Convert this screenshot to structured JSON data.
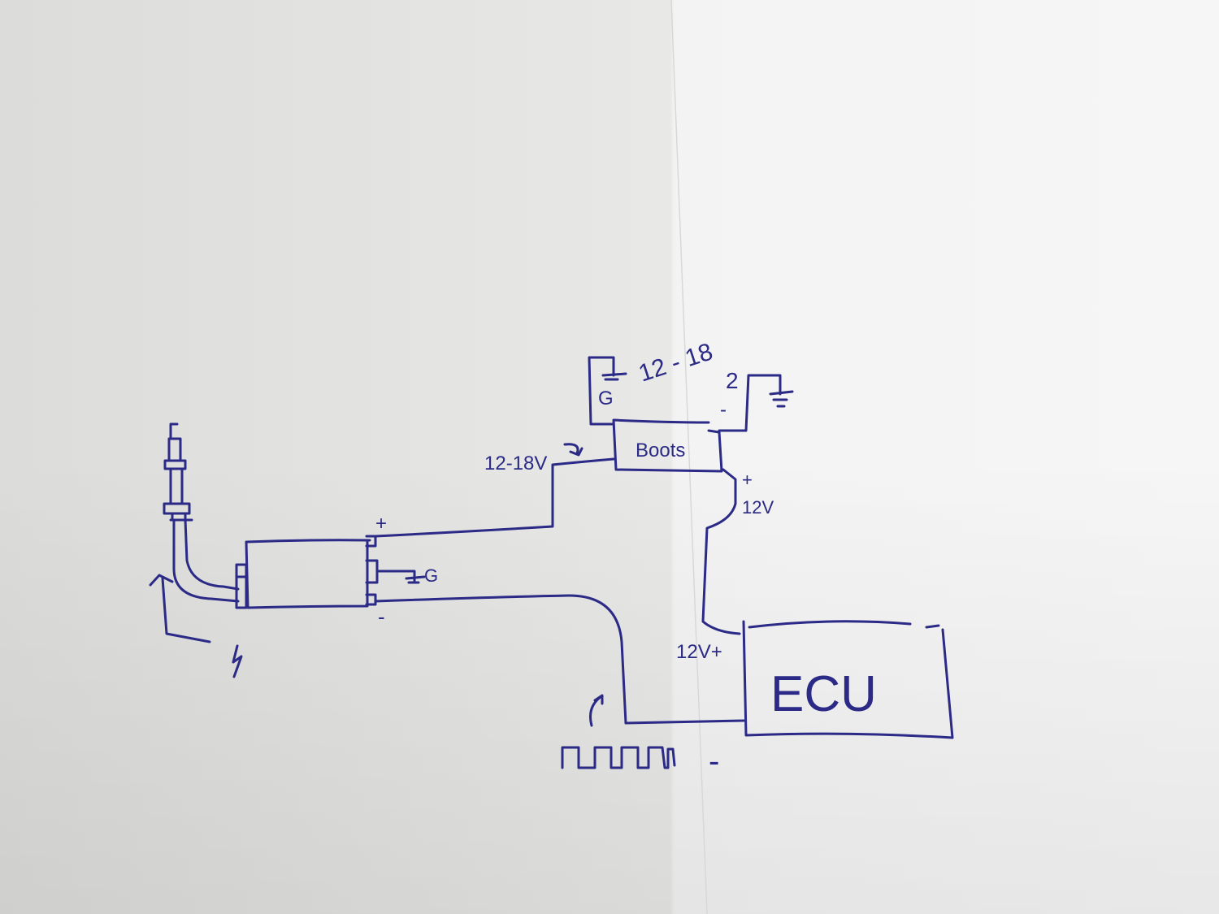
{
  "diagram": {
    "title": "Hand-drawn wiring sketch: ignition coil, boost converter and ECU",
    "ink_color": "#2b2a86",
    "labels": {
      "boost_input": "12-18V",
      "boost_box": "Boots",
      "boost_top": "12 - 18",
      "boost_ground_left": "G",
      "boost_top_right": "2",
      "boost_minus": "-",
      "boost_plus": "+",
      "boost_output": "12V",
      "coil_plus": "+",
      "coil_minus": "-",
      "coil_ground": "G",
      "ecu_input": "12V+",
      "ecu": "ECU",
      "ecu_minus": "-"
    }
  }
}
